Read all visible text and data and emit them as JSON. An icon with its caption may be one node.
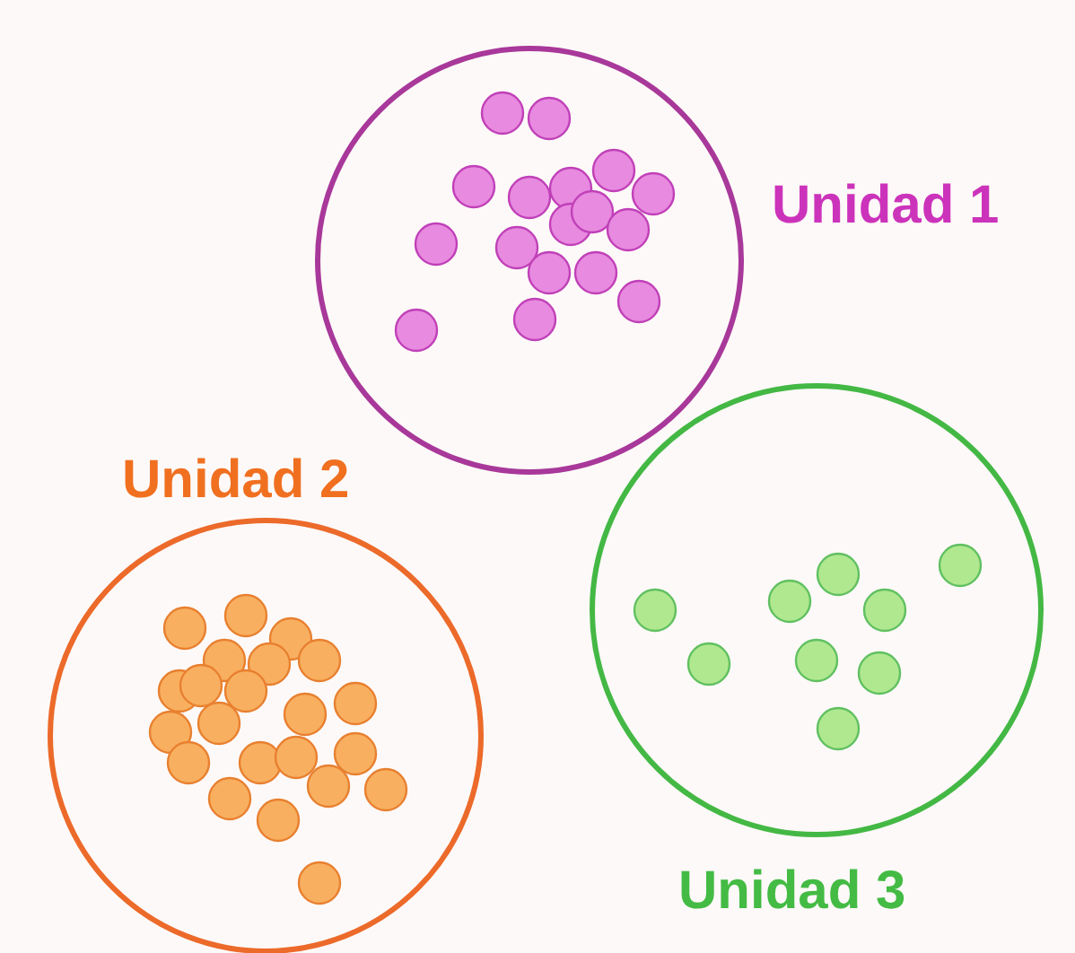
{
  "diagram": {
    "nodes": [
      {
        "text": [
          "Unidad 1"
        ]
      },
      {
        "text": [
          "Unidad 2"
        ]
      },
      {
        "text": [
          "Unidad 3"
        ]
      }
    ]
  }
}
